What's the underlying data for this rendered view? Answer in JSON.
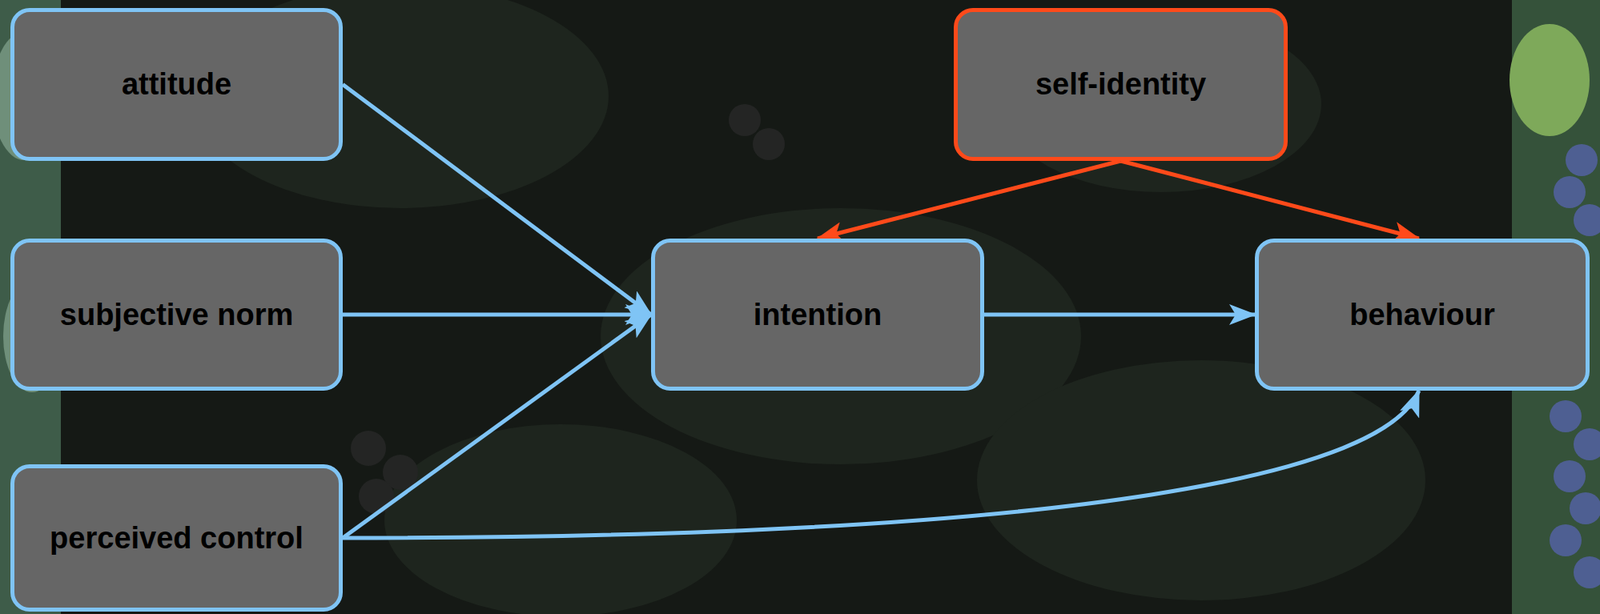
{
  "diagram": {
    "nodes": [
      {
        "text": [
          "attitude"
        ]
      },
      {
        "text": [
          "self-identity"
        ]
      },
      {
        "text": [
          "subjective norm"
        ]
      },
      {
        "text": [
          "intention"
        ]
      },
      {
        "text": [
          "behaviour"
        ]
      },
      {
        "text": [
          "perceived control"
        ]
      }
    ],
    "edges": [
      {
        "from": 0,
        "to": 3,
        "arrow": "to"
      },
      {
        "from": 1,
        "to": 3,
        "arrow": "to"
      },
      {
        "from": 1,
        "to": 4,
        "arrow": "to"
      },
      {
        "from": 2,
        "to": 3,
        "arrow": "to"
      },
      {
        "from": 3,
        "to": 4,
        "arrow": "to"
      },
      {
        "from": 5,
        "to": 3,
        "arrow": "to"
      },
      {
        "from": 5,
        "to": 4,
        "arrow": "to"
      }
    ]
  }
}
